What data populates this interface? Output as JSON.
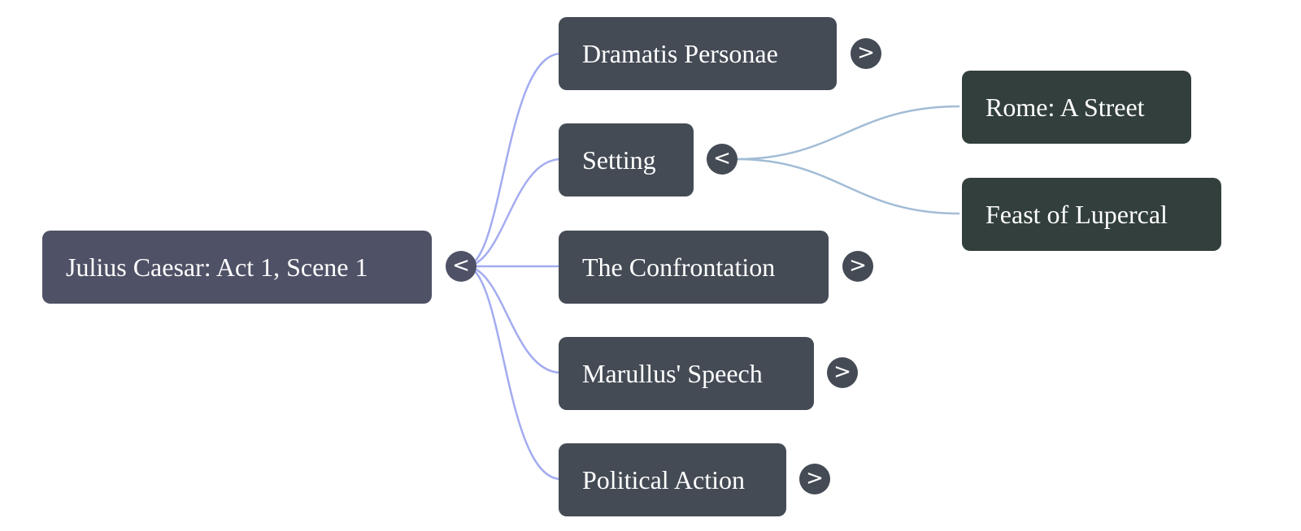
{
  "mindmap": {
    "root": {
      "label": "Julius Caesar: Act 1, Scene 1",
      "toggle": "<",
      "expanded": true
    },
    "children": [
      {
        "label": "Dramatis Personae",
        "toggle": ">",
        "expanded": false
      },
      {
        "label": "Setting",
        "toggle": "<",
        "expanded": true,
        "children": [
          {
            "label": "Rome: A Street"
          },
          {
            "label": "Feast of Lupercal"
          }
        ]
      },
      {
        "label": "The Confrontation",
        "toggle": ">",
        "expanded": false
      },
      {
        "label": "Marullus' Speech",
        "toggle": ">",
        "expanded": false
      },
      {
        "label": "Political Action",
        "toggle": ">",
        "expanded": false
      }
    ]
  },
  "colors": {
    "root_fill": "#4f5166",
    "level1_fill": "#444b55",
    "level2_fill": "#323f3c",
    "root_link": "#a3acf0",
    "setting_link": "#a2bcd6",
    "text": "#ffffff"
  }
}
